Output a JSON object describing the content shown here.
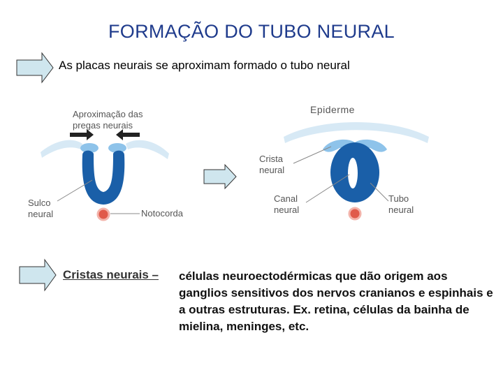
{
  "title": "FORMAÇÃO DO TUBO NEURAL",
  "subtitle": "As placas neurais se aproximam formado o tubo neural",
  "labels": {
    "aproximacao_line1": "Aproximação das",
    "aproximacao_line2": "pregas neurais",
    "sulco_line1": "Sulco",
    "sulco_line2": "neural",
    "notocorda": "Notocorda",
    "epiderme": "Epiderme",
    "crista_line1": "Crista",
    "crista_line2": "neural",
    "canal_line1": "Canal",
    "canal_line2": "neural",
    "tubo_line1": "Tubo",
    "tubo_line2": "neural"
  },
  "crest": {
    "term": "Cristas neurais – ",
    "definition": "células neuroectodérmicas que dão origem aos ganglios sensitivos dos nervos cranianos e espinhais e a outras estruturas. Ex. retina, células da bainha de mielina, meninges, etc."
  },
  "colors": {
    "title": "#1f3b8c",
    "arrow_fill": "#cfe6ee",
    "neural_dark": "#1a5fa8",
    "neural_light": "#8ec3ea",
    "epidermis": "#d7e9f5",
    "notochord": "#e05a4a"
  }
}
